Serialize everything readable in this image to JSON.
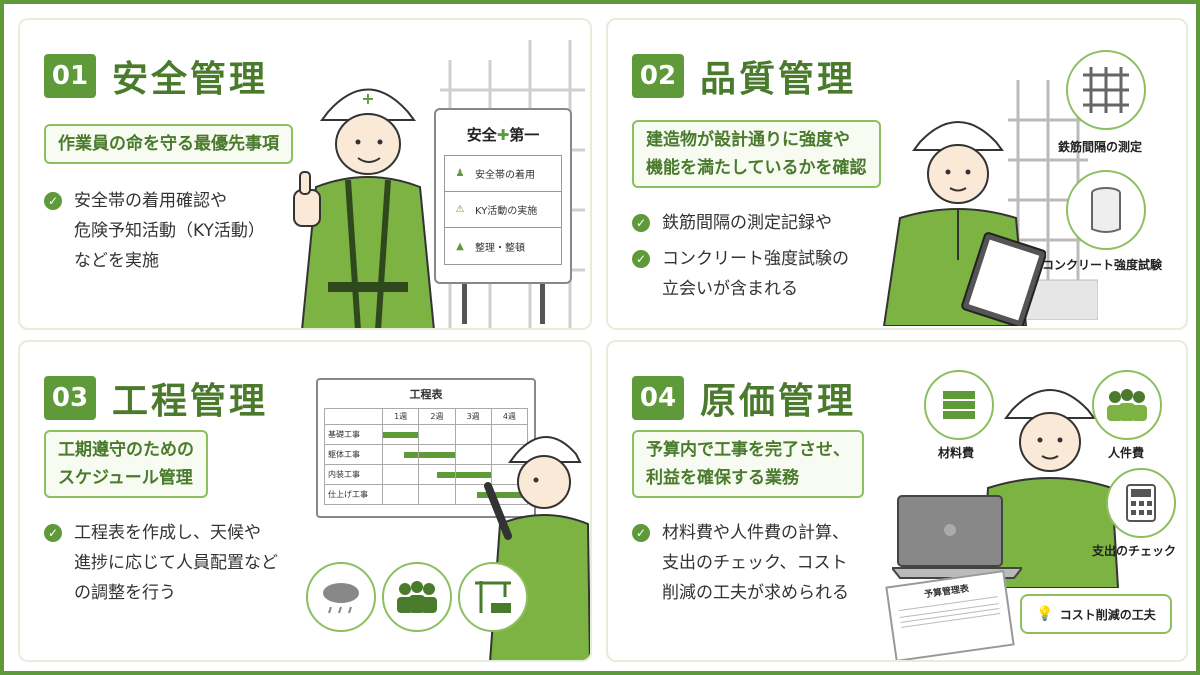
{
  "colors": {
    "accent": "#5f9a3a",
    "accent_dark": "#4a7a2c",
    "accent_light": "#8bbf5f"
  },
  "panels": [
    {
      "number": "01",
      "title": "安全管理",
      "subtitle": "作業員の命を守る最優先事項",
      "bullets": [
        "安全帯の着用確認や\n危険予知活動（KY活動）\nなどを実施"
      ],
      "sign": {
        "title_left": "安全",
        "title_right": "第一",
        "items": [
          "安全帯の着用",
          "KY活動の実施",
          "整理・整頓"
        ]
      }
    },
    {
      "number": "02",
      "title": "品質管理",
      "subtitle": "建造物が設計通りに強度や\n機能を満たしているかを確認",
      "bullets": [
        "鉄筋間隔の測定記録や",
        "コンクリート強度試験の\n立会いが含まれる"
      ],
      "icons": [
        "鉄筋間隔の測定",
        "コンクリート強度試験"
      ]
    },
    {
      "number": "03",
      "title": "工程管理",
      "subtitle": "工期遵守のための\nスケジュール管理",
      "bullets": [
        "工程表を作成し、天候や\n進捗に応じて人員配置など\nの調整を行う"
      ],
      "schedule": {
        "title": "工程表",
        "weeks": [
          "1週",
          "2週",
          "3週",
          "4週"
        ],
        "rows": [
          "基礎工事",
          "躯体工事",
          "内装工事",
          "仕上げ工事"
        ]
      }
    },
    {
      "number": "04",
      "title": "原価管理",
      "subtitle": "予算内で工事を完了させ、\n利益を確保する業務",
      "bullets": [
        "材料費や人件費の計算、\n支出のチェック、コスト\n削減の工夫が求められる"
      ],
      "icons": [
        "材料費",
        "人件費",
        "支出のチェック",
        "コスト削減の工夫"
      ],
      "document": "予算管理表"
    }
  ]
}
